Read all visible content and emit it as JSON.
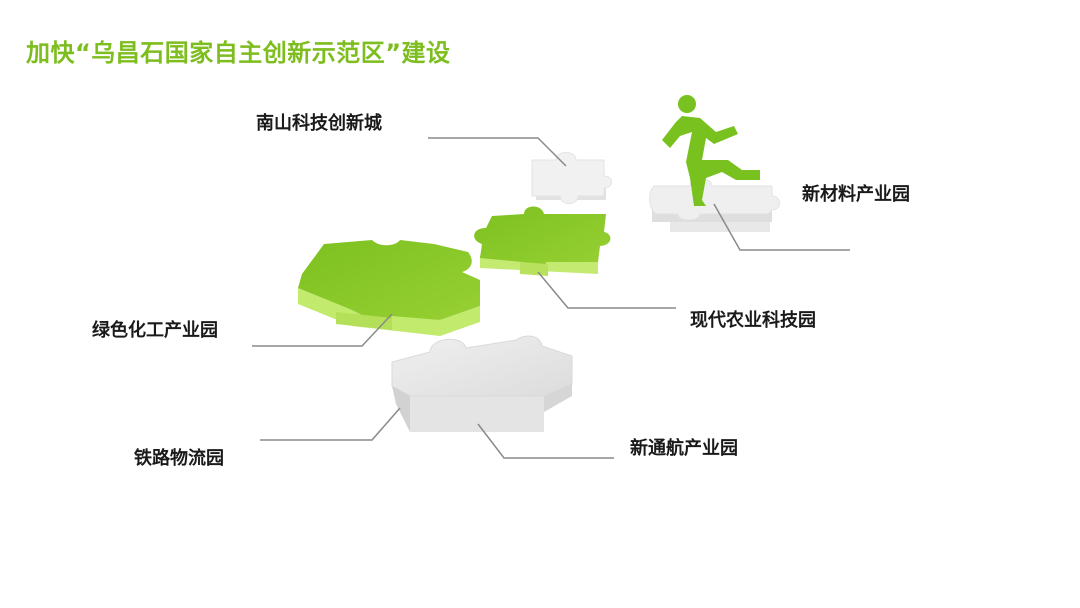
{
  "title": "加快“乌昌石国家自主创新示范区”建设",
  "labels": {
    "nanshan": "南山科技创新城",
    "new_material": "新材料产业园",
    "agri": "现代农业科技园",
    "chem": "绿色化工产业园",
    "rail": "铁路物流园",
    "aviation": "新通航产业园"
  },
  "colors": {
    "accent": "#7dbd1e",
    "puzzle_green_top": "#8ccc26",
    "puzzle_green_side": "#c2ea6c",
    "puzzle_grey_top": "#e6e6e6",
    "puzzle_grey_side": "#cfcfcf",
    "leader_line": "#8a8a8a"
  },
  "icons": [
    "running-man-icon",
    "puzzle-piece-icon"
  ]
}
